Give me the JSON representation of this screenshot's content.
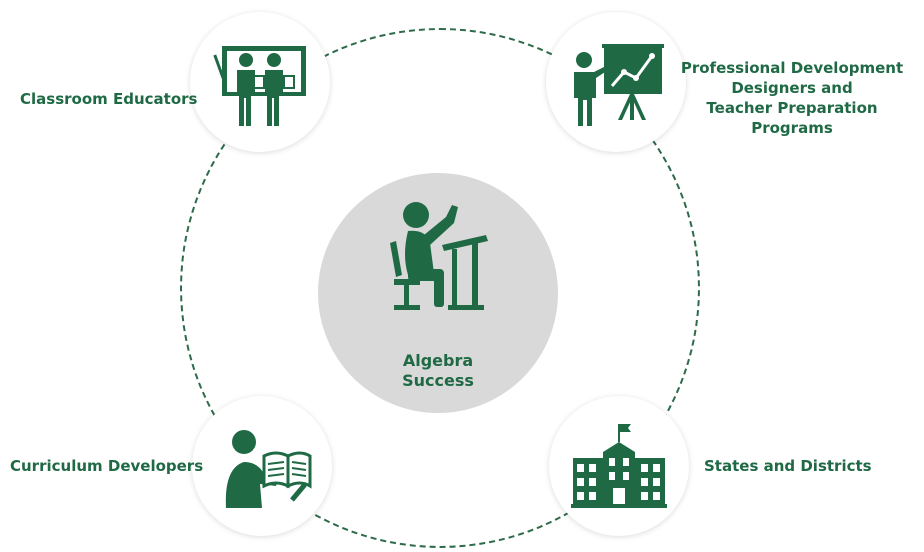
{
  "diagram": {
    "center": {
      "label_lines": [
        "Algebra",
        "Success"
      ],
      "icon": "student-at-desk-icon"
    },
    "nodes": [
      {
        "id": "classroom",
        "label": "Classroom Educators",
        "icon": "teachers-at-board-icon"
      },
      {
        "id": "professional",
        "label_lines": [
          "Professional Development",
          "Designers and",
          "Teacher Preparation",
          "Programs"
        ],
        "icon": "presenter-chart-icon"
      },
      {
        "id": "curriculum",
        "label": "Curriculum Developers",
        "icon": "reader-with-book-icon"
      },
      {
        "id": "states",
        "label": "States and Districts",
        "icon": "government-building-icon"
      }
    ],
    "colors": {
      "primary": "#1f6a45",
      "ring": "#2e6b4a",
      "center_bg": "#d9d9d9"
    }
  }
}
